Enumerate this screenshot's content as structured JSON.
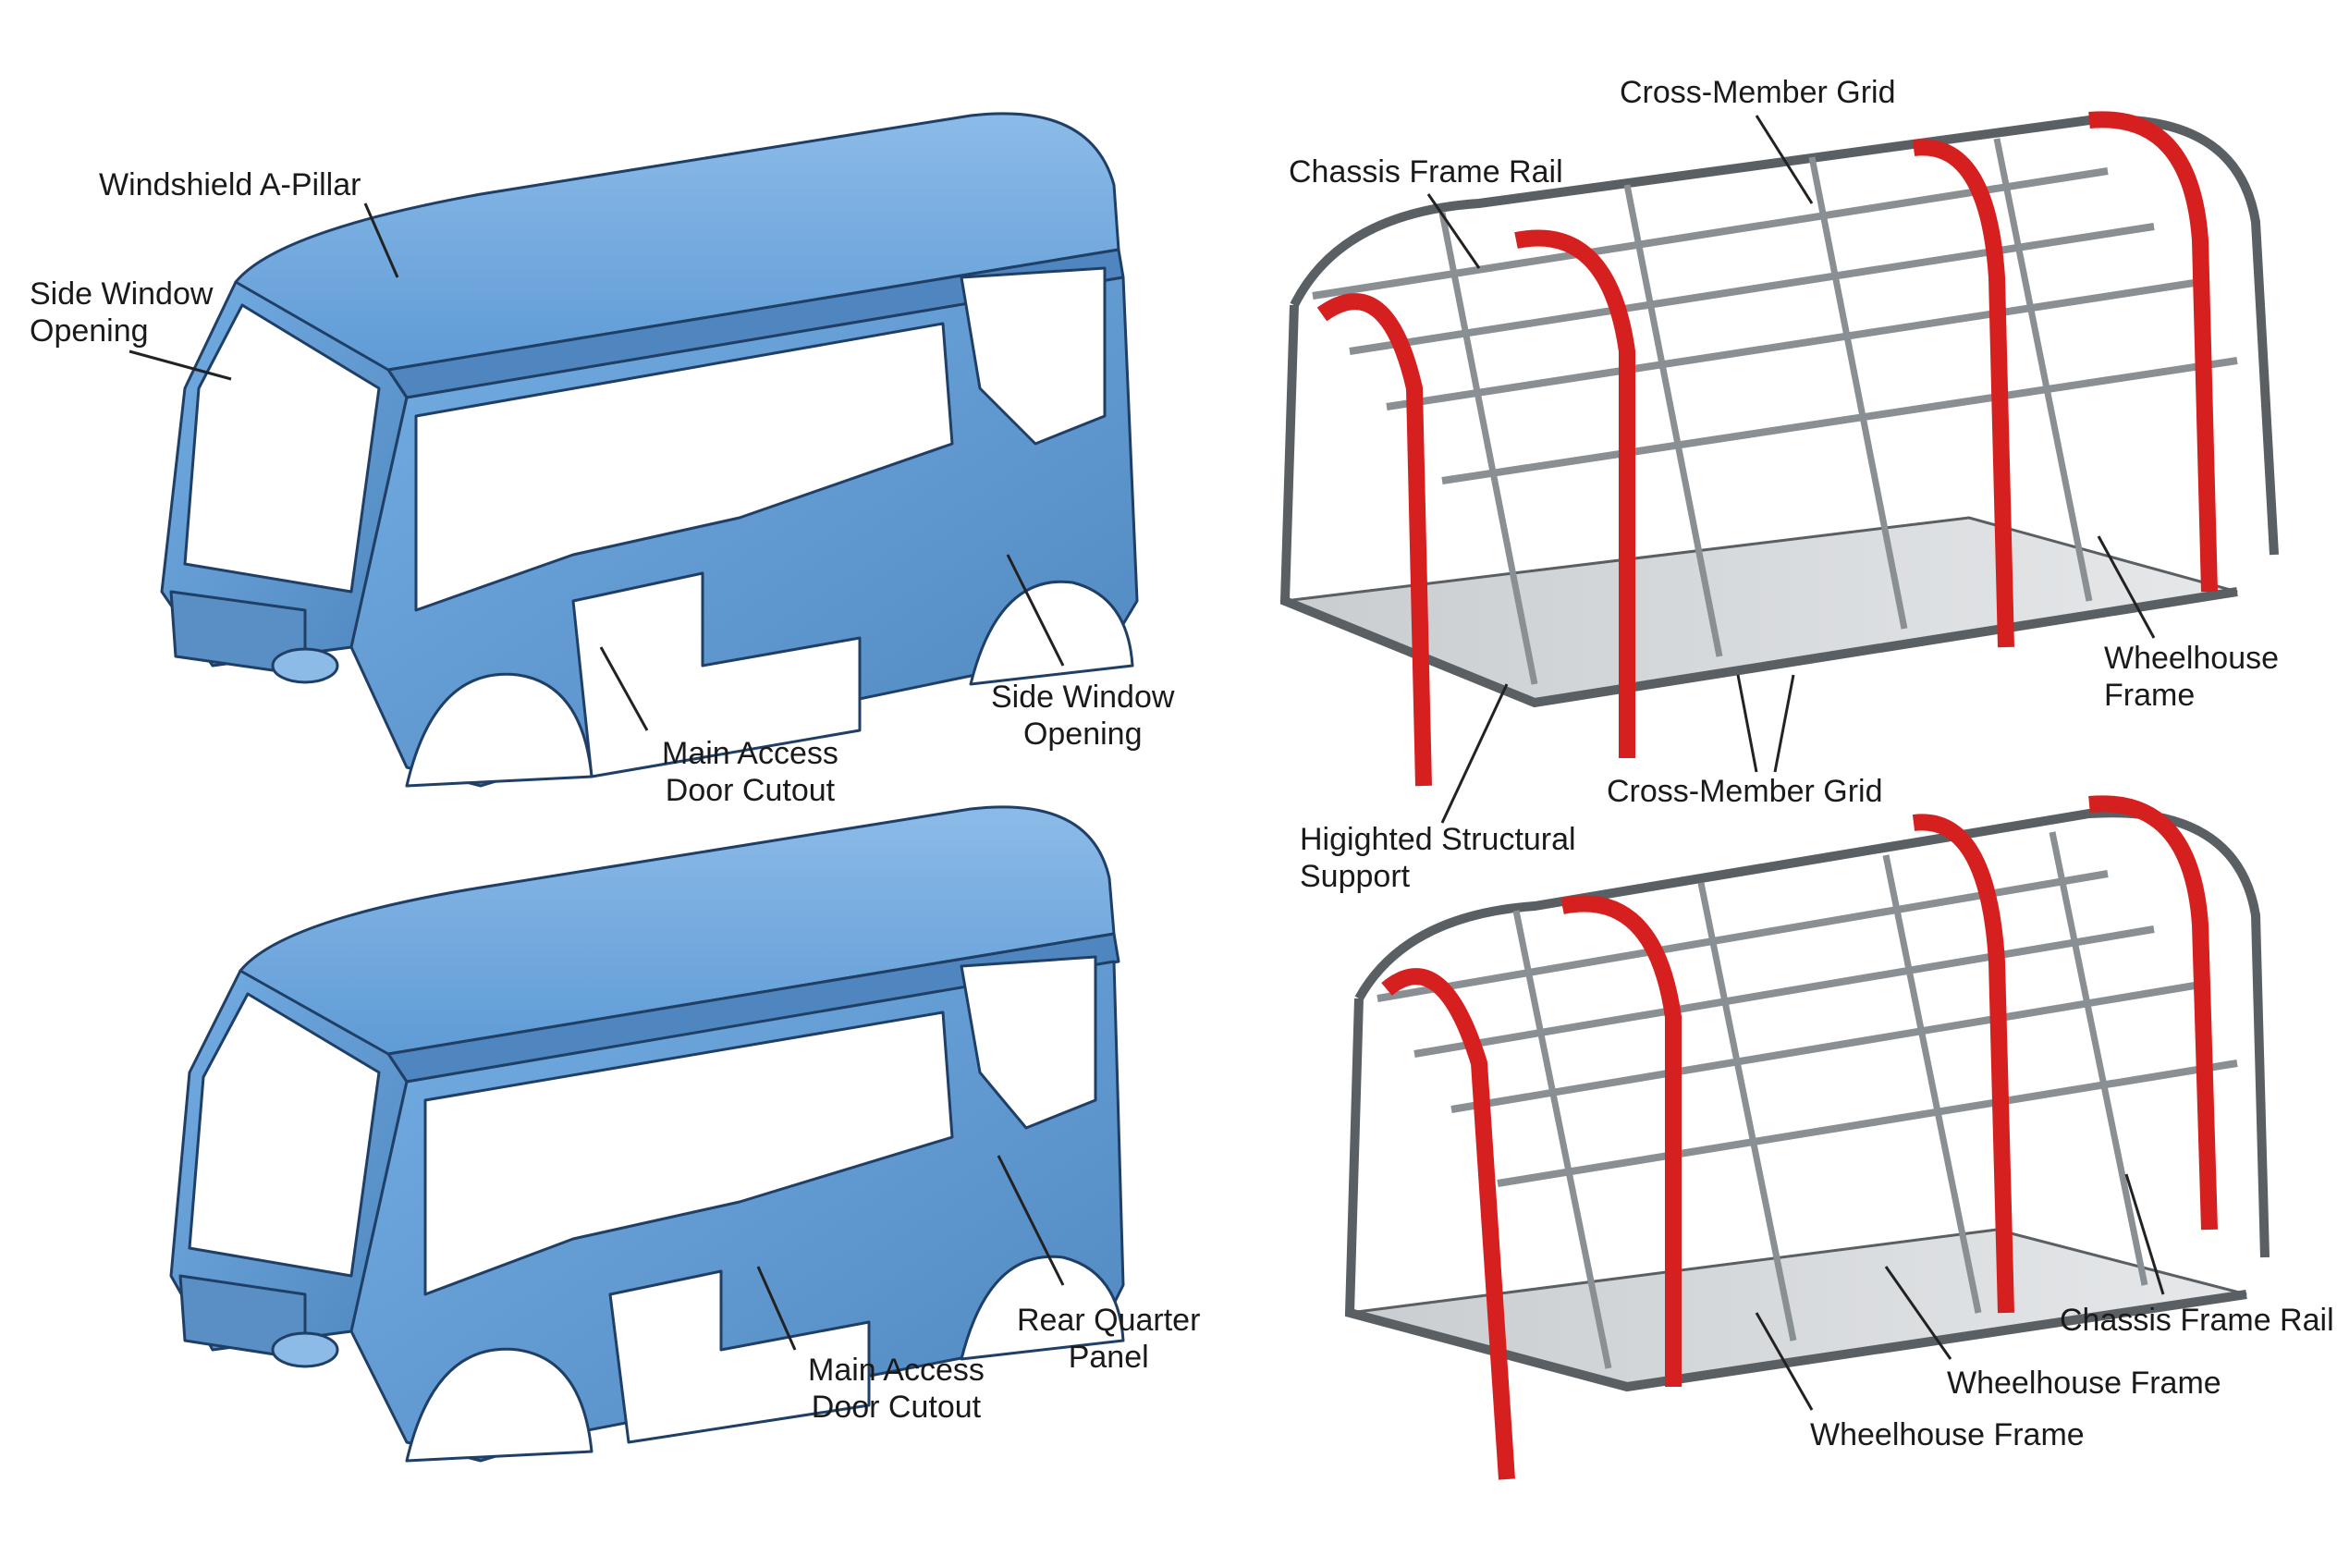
{
  "colors": {
    "shell_fill": "#6aa5dd",
    "shell_dark": "#4f86bf",
    "shell_light": "#8cbbe8",
    "shell_line": "#1f3f66",
    "frame_fill": "#d9dcde",
    "frame_line": "#5a5f63",
    "frame_highlight": "#d62020",
    "leader": "#222222"
  },
  "labels": {
    "a_pillar": "Windshield A-Pillar",
    "side_window_1": [
      "Side Window",
      "Opening"
    ],
    "side_window_2": [
      "Side Window",
      "Opening"
    ],
    "door_cutout_1": [
      "Main Access",
      "Door Cutout"
    ],
    "door_cutout_2": [
      "Main Access",
      "Door Cutout"
    ],
    "rear_quarter": [
      "Rear Quarter",
      "Panel"
    ],
    "cross_member_top": "Cross-Member Grid",
    "chassis_rail_top": "Chassis Frame Rail",
    "wheelhouse_top": [
      "Wheelhouse",
      "Frame"
    ],
    "cross_member_mid": "Cross-Member Grid",
    "structural_support": [
      "Higighted Structural",
      "Support"
    ],
    "chassis_rail_bottom": "Chassis Frame Rail",
    "wheelhouse_bottom_1": "Wheelhouse Frame",
    "wheelhouse_bottom_2": "Wheelhouse Frame"
  }
}
